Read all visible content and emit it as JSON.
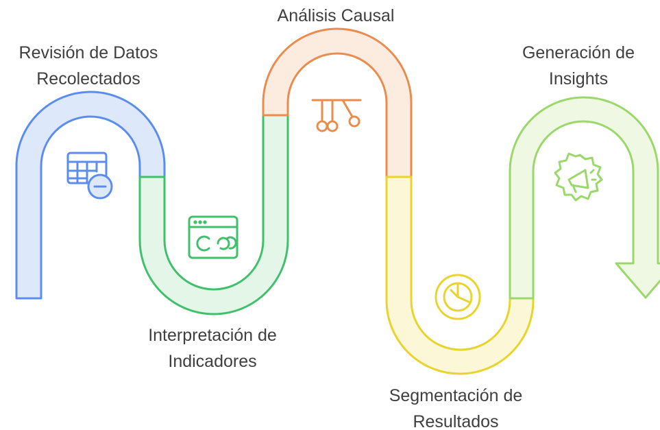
{
  "steps": [
    {
      "id": "revision",
      "title_line1": "Revisión de Datos",
      "title_line2": "Recolectados",
      "icon": "table-minus-icon",
      "color": "#5b8def",
      "fill": "#dde8fb"
    },
    {
      "id": "interpretacion",
      "title_line1": "Interpretación de",
      "title_line2": "Indicadores",
      "icon": "dashboard-window-icon",
      "color": "#41c06c",
      "fill": "#e3f6e8"
    },
    {
      "id": "analisis",
      "title_line1": "Análisis Causal",
      "title_line2": "",
      "icon": "hierarchy-icon",
      "color": "#ea8c4e",
      "fill": "#fcebdf"
    },
    {
      "id": "segmentacion",
      "title_line1": "Segmentación de",
      "title_line2": "Resultados",
      "icon": "pie-chart-icon",
      "color": "#e8d42c",
      "fill": "#fcf7d7"
    },
    {
      "id": "generacion",
      "title_line1": "Generación de",
      "title_line2": "Insights",
      "icon": "gear-megaphone-icon",
      "color": "#9bd86a",
      "fill": "#eef8e3"
    }
  ]
}
